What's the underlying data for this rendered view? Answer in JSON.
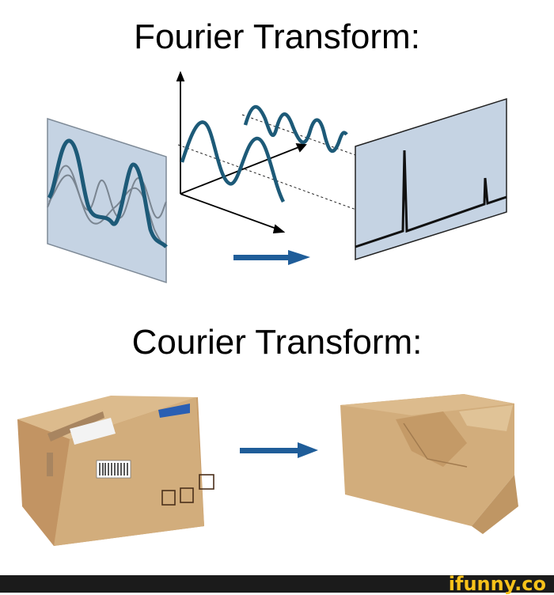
{
  "meme": {
    "top_caption": "Fourier Transform:",
    "bottom_caption": "Courier Transform:"
  },
  "panels": {
    "fourier": {
      "left": "time-domain signal plane",
      "middle": "3d axes with sine wave components",
      "right": "frequency-domain spectrum plane with two peaks",
      "arrow": "right-arrow"
    },
    "courier": {
      "left": "intact cardboard shipping box",
      "right": "crushed damaged cardboard box",
      "arrow": "right-arrow"
    }
  },
  "colors": {
    "plane_fill": "#c5d3e3",
    "wave": "#1d5a78",
    "arrow": "#1f5d99",
    "cardboard": "#d2ad7c",
    "footer_bg": "#1b1b1b",
    "logo": "#f7c21a"
  },
  "footer": {
    "watermark": "ifunny.co"
  }
}
